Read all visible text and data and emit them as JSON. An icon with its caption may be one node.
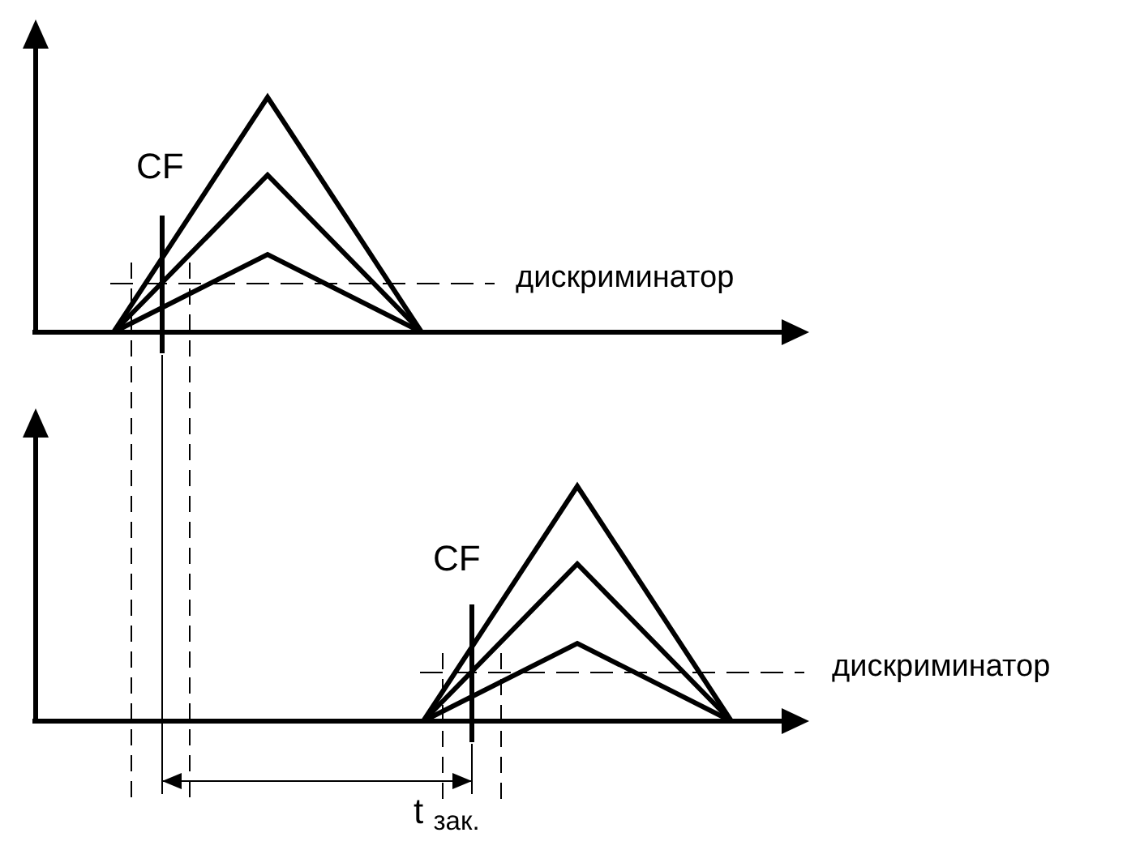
{
  "diagram": {
    "labels": [
      "CF",
      "дискриминатор",
      "CF",
      "дискриминатор",
      "t $_{зак.}$"
    ]
  }
}
